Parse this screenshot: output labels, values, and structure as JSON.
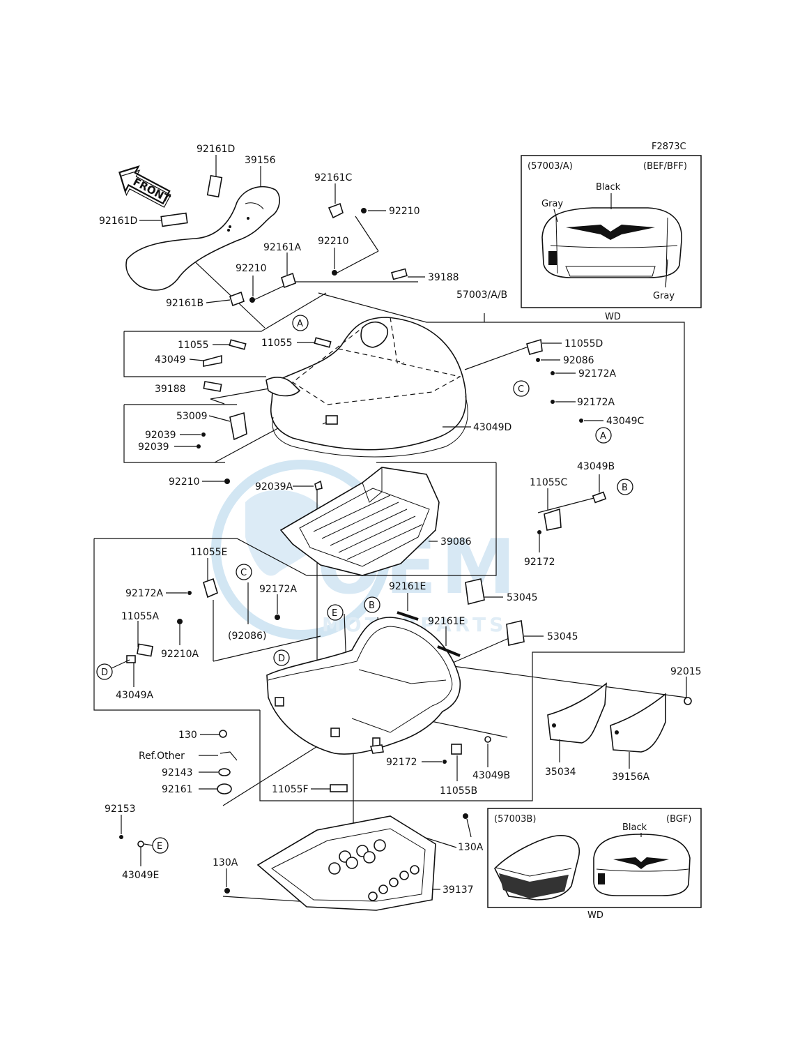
{
  "figure_code": "F2873C",
  "watermark": {
    "brand": "OEM",
    "sub": "MOTORPARTS"
  },
  "direction_arrow": "FRONT",
  "callouts": [
    "A",
    "B",
    "C",
    "D",
    "E"
  ],
  "insets": [
    {
      "code": "(57003/A)",
      "variant": "(BEF/BFF)",
      "colors": [
        "Black",
        "Gray",
        "Gray"
      ],
      "caption": "WD"
    },
    {
      "code": "(57003B)",
      "variant": "(BGF)",
      "colors": [
        "Black"
      ],
      "caption": "WD"
    }
  ],
  "parts": {
    "p92161D_top": "92161D",
    "p39156": "39156",
    "p92161D_left": "92161D",
    "p92161C": "92161C",
    "p92210_a": "92210",
    "p92161A": "92161A",
    "p92210_b": "92210",
    "p92210_c": "92210",
    "p92161B": "92161B",
    "p39188_a": "39188",
    "p57003AB": "57003/A/B",
    "p11055_a": "11055",
    "p11055_b": "11055",
    "p43049": "43049",
    "p11055D": "11055D",
    "p92086": "92086",
    "p92172A_a": "92172A",
    "p39188_b": "39188",
    "p92172A_b": "92172A",
    "p43049C": "43049C",
    "p53009": "53009",
    "p92039_a": "92039",
    "p92039_b": "92039",
    "p43049D": "43049D",
    "p92210_d": "92210",
    "p92039A": "92039A",
    "p43049B_a": "43049B",
    "p11055C": "11055C",
    "p39086": "39086",
    "p92172_a": "92172",
    "p11055E": "11055E",
    "p92172A_c": "92172A",
    "p92172A_d": "92172A",
    "p92161E_a": "92161E",
    "p53045_a": "53045",
    "p92161E_b": "92161E",
    "p53045_b": "53045",
    "p11055A": "11055A",
    "p92086_paren": "(92086)",
    "p92210A": "92210A",
    "p43049A": "43049A",
    "p92015": "92015",
    "p130": "130",
    "pRefOther": "Ref.Other",
    "p92143": "92143",
    "p92161": "92161",
    "p92172_b": "92172",
    "p43049B_b": "43049B",
    "p11055F": "11055F",
    "p11055B": "11055B",
    "p35034": "35034",
    "p39156A": "39156A",
    "p92153": "92153",
    "p43049E": "43049E",
    "p130A_a": "130A",
    "p130A_b": "130A",
    "p39137": "39137"
  }
}
